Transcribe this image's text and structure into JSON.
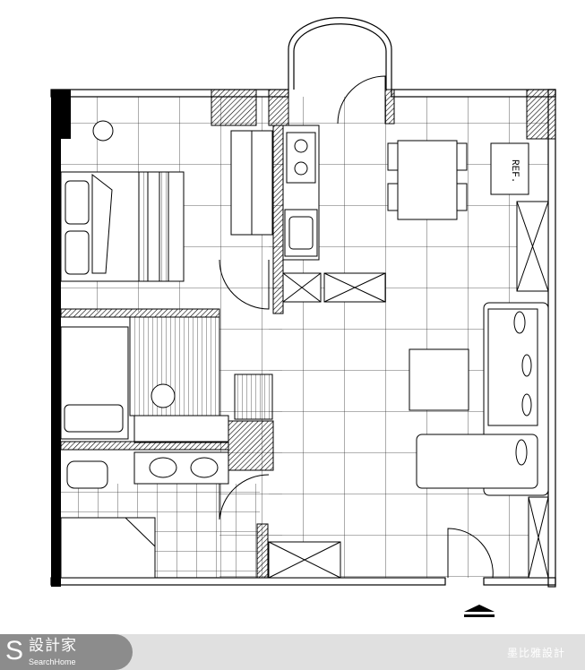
{
  "plan": {
    "fridge_label": "REF.",
    "colors": {
      "wall": "#000000",
      "line": "#222222",
      "footer": "#e0e0e0",
      "logo_bg": "#8c8c8c"
    }
  },
  "footer": {
    "logo_text": "設計家",
    "logo_sub": "SearchHome",
    "logo_s": "S",
    "designer": "墨比雅設計"
  }
}
